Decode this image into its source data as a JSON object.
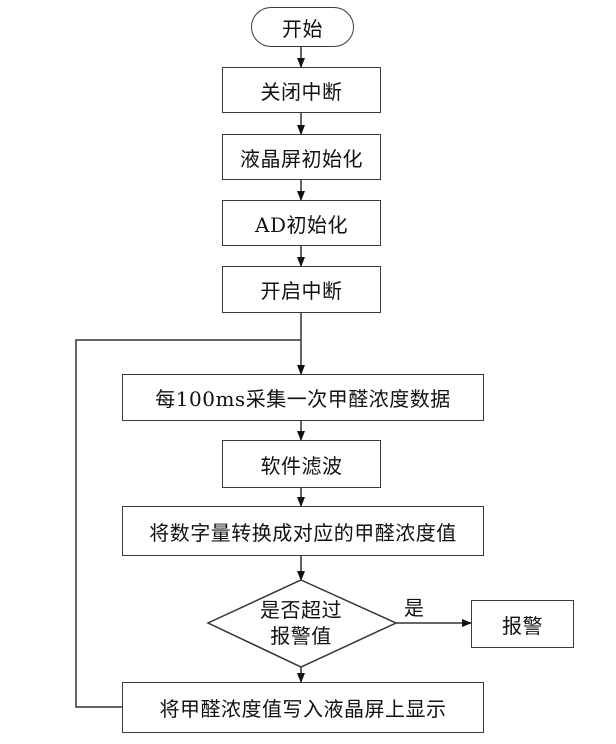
{
  "flowchart": {
    "start": "开始",
    "steps": {
      "disable_interrupt": "关闭中断",
      "lcd_init": "液晶屏初始化",
      "ad_init": "AD初始化",
      "enable_interrupt": "开启中断",
      "sample": "每100ms采集一次甲醛浓度数据",
      "filter": "软件滤波",
      "convert": "将数字量转换成对应的甲醛浓度值",
      "display": "将甲醛浓度值写入液晶屏上显示"
    },
    "decision": {
      "line1": "是否超过",
      "line2": "报警值"
    },
    "yes_label": "是",
    "alarm": "报警"
  }
}
